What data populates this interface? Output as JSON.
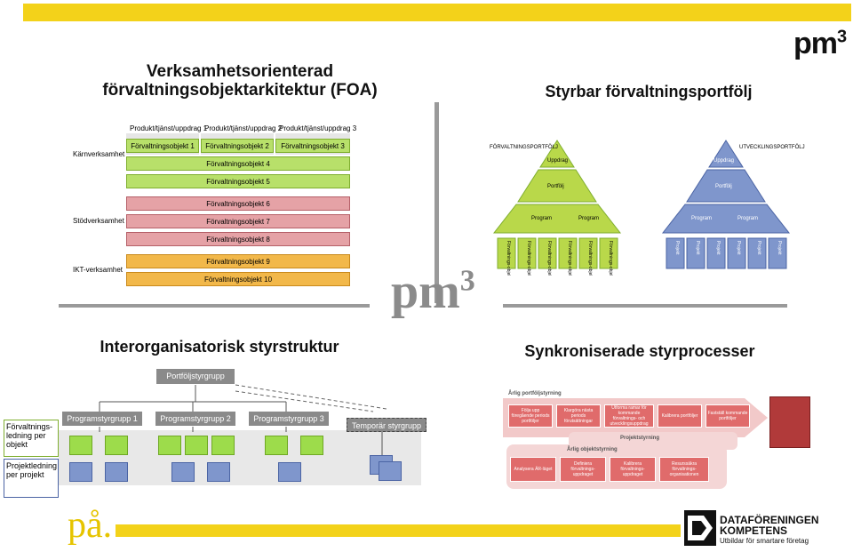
{
  "brand": {
    "pm3_top": "pm",
    "pm3_sup": "3",
    "pm3_center": "pm",
    "pm3_center_sup": "3",
    "pa_logo": "på.",
    "dataforeningen_line1": "DATAFÖRENINGEN",
    "dataforeningen_line2": "KOMPETENS",
    "dataforeningen_tagline": "Utbildar för smartare företag",
    "accent_color": "#f3d21a"
  },
  "quadrants": {
    "foa": {
      "title_line1": "Verksamhetsorienterad",
      "title_line2": "förvaltningsobjektarkitektur (FOA)",
      "products": [
        "Produkt/tjänst/uppdrag 1",
        "Produkt/tjänst/uppdrag 2",
        "Produkt/tjänst/uppdrag 3"
      ],
      "rows": {
        "karn": "Kärnverksamhet",
        "stod": "Stödverksamhet",
        "ikt": "IKT-verksamhet"
      },
      "objects": [
        "Förvaltningsobjekt 1",
        "Förvaltningsobjekt 2",
        "Förvaltningsobjekt 3",
        "Förvaltningsobjekt 4",
        "Förvaltningsobjekt 5",
        "Förvaltningsobjekt 6",
        "Förvaltningsobjekt 7",
        "Förvaltningsobjekt 8",
        "Förvaltningsobjekt 9",
        "Förvaltningsobjekt 10"
      ]
    },
    "portfolio": {
      "title": "Styrbar förvaltningsportfölj",
      "left_label": "FÖRVALTNINGSPORTFÖLJ",
      "right_label": "UTVECKLINGSPORTFÖLJ",
      "uppdrag": "Uppdrag",
      "portfolj": "Portfölj",
      "program": "Program",
      "left_leaf": "Förvaltnings-objekt",
      "right_leaf": "Projekt",
      "left_color": "#b9d84a",
      "right_color": "#7f96cc"
    },
    "structure": {
      "title": "Interorganisatorisk styrstruktur",
      "portfolio_group": "Portföljstyrgrupp",
      "programs": [
        "Programstyrgrupp 1",
        "Programstyrgrupp 2",
        "Programstyrgrupp 3"
      ],
      "temp_group": "Temporär styrgrupp",
      "legend_1": "Förvaltnings-ledning per objekt",
      "legend_2": "Projektledning per projekt"
    },
    "sync": {
      "title": "Synkroniserade styrprocesser",
      "annual_portfolio": "Årlig portföljstyrning",
      "annual_object": "Årlig objektstyrning",
      "project": "Projektstyrning",
      "top_steps": [
        "Följa upp föregående periods portföljer",
        "Klargöra nästa periods förutsättningar",
        "Utforma ramar för kommande förvaltnings- och utvecklingsuppdrag",
        "Kalibrera portföljer",
        "Fastställ kommande portföljer"
      ],
      "bottom_steps": [
        "Analysera ÄR-läget",
        "Definiera förvaltnings-uppdraget",
        "Kalibrera förvaltnings-uppdraget",
        "Resurssäkra förvaltnings-organisationen"
      ]
    }
  }
}
